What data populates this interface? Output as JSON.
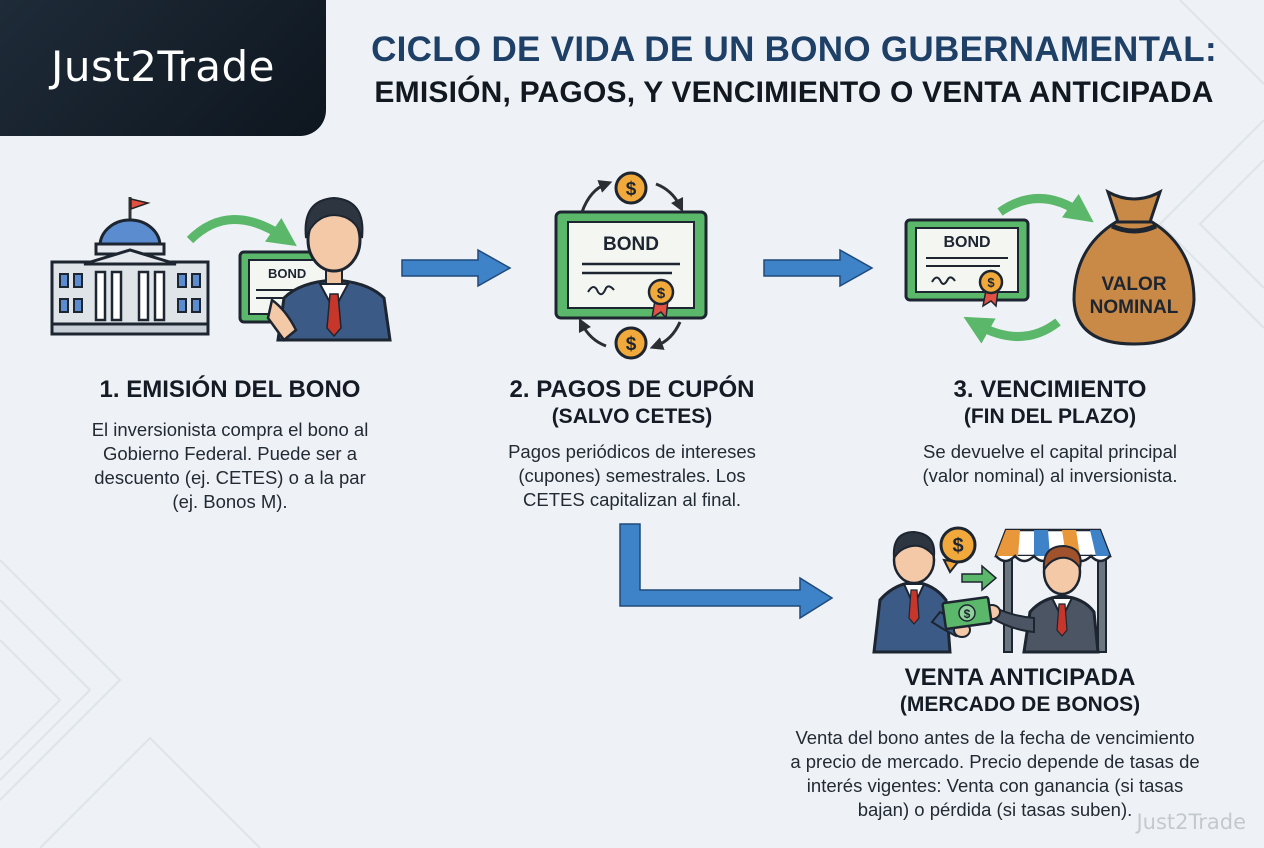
{
  "brand": {
    "logo_text": "Just2Trade",
    "watermark": "Just2Trade"
  },
  "title": {
    "line1": "CICLO DE VIDA DE UN BONO GUBERNAMENTAL:",
    "line2": "EMISIÓN, PAGOS, Y VENCIMIENTO O VENTA ANTICIPADA"
  },
  "steps": [
    {
      "title": "1. EMISIÓN DEL BONO",
      "desc": [
        "El inversionista compra el bono al",
        "Gobierno Federal. Puede ser a",
        "descuento (ej. CETES) o a la par",
        "(ej. Bonos M)."
      ]
    },
    {
      "title": "2. PAGOS DE CUPÓN",
      "subtitle": "(SALVO CETES)",
      "desc": [
        "Pagos periódicos de intereses",
        "(cupones) semestrales. Los",
        "CETES capitalizan al final."
      ]
    },
    {
      "title": "3. VENCIMIENTO",
      "subtitle": "(FIN DEL PLAZO)",
      "desc": [
        "Se devuelve el capital principal",
        "(valor nominal) al inversionista."
      ]
    },
    {
      "title": "VENTA ANTICIPADA",
      "subtitle": "(MERCADO DE BONOS)",
      "desc": [
        "Venta del bono antes de la fecha de vencimiento",
        "a precio de mercado. Precio depende de tasas de",
        "interés vigentes: Venta con ganancia (si tasas",
        "bajan) o pérdida (si tasas suben)."
      ]
    }
  ],
  "icons": {
    "bond_label": "BOND",
    "money_bag_label": [
      "VALOR",
      "NOMINAL"
    ],
    "dollar_sign": "$"
  },
  "colors": {
    "title_blue": "#1e3f66",
    "arrow_blue": "#3e82c7",
    "bond_green": "#5bb86a",
    "coin_gold": "#f2a93b",
    "bag_brown": "#c98a48"
  }
}
